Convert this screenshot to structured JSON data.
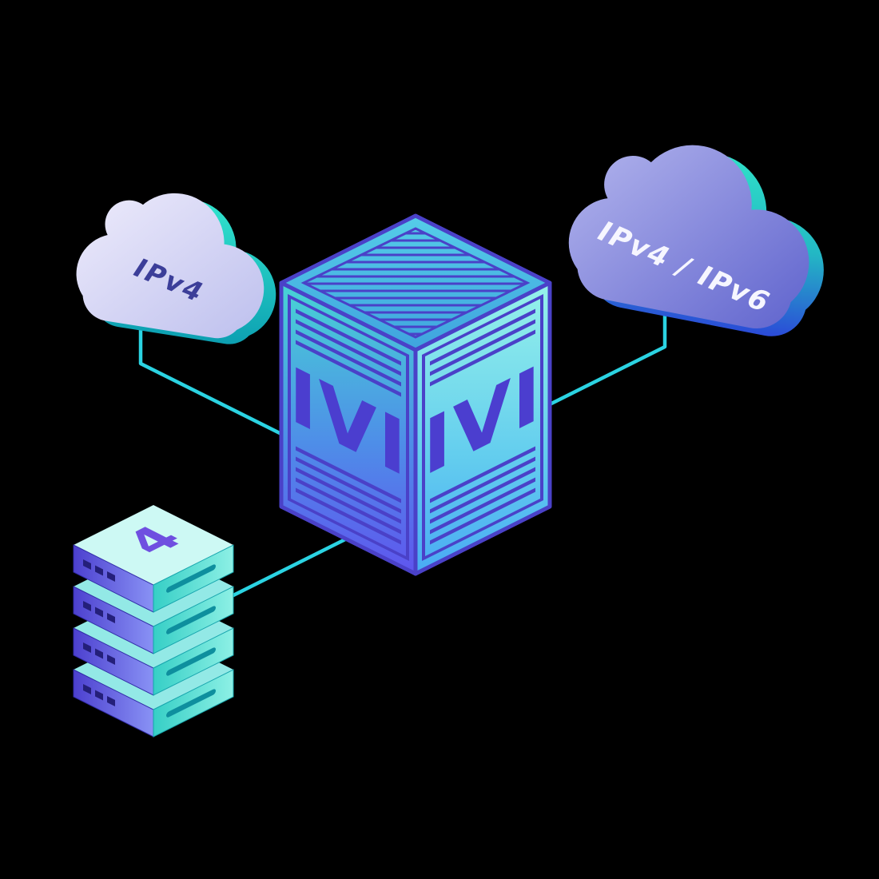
{
  "diagram": {
    "left_cloud": {
      "label": "IPv4"
    },
    "right_cloud": {
      "label": "IPv4 / IPv6"
    },
    "translator_box": {
      "left_face_label": "IVI",
      "right_face_label": "IVI"
    },
    "server_stack": {
      "label": "4"
    },
    "palette": {
      "background": "#000000",
      "connector_teal": "#2bd3e2",
      "outline_indigo": "#4a41c8",
      "box_label_indigo": "#4b3ecf",
      "cloud_label_dark_indigo": "#3c3e99",
      "cloud_label_white": "#f6f6ff",
      "teal_accent": "#2fe0cb",
      "right_cloud_purple": "#7f82d9",
      "stack_label_purple": "#6f4fe0"
    }
  }
}
